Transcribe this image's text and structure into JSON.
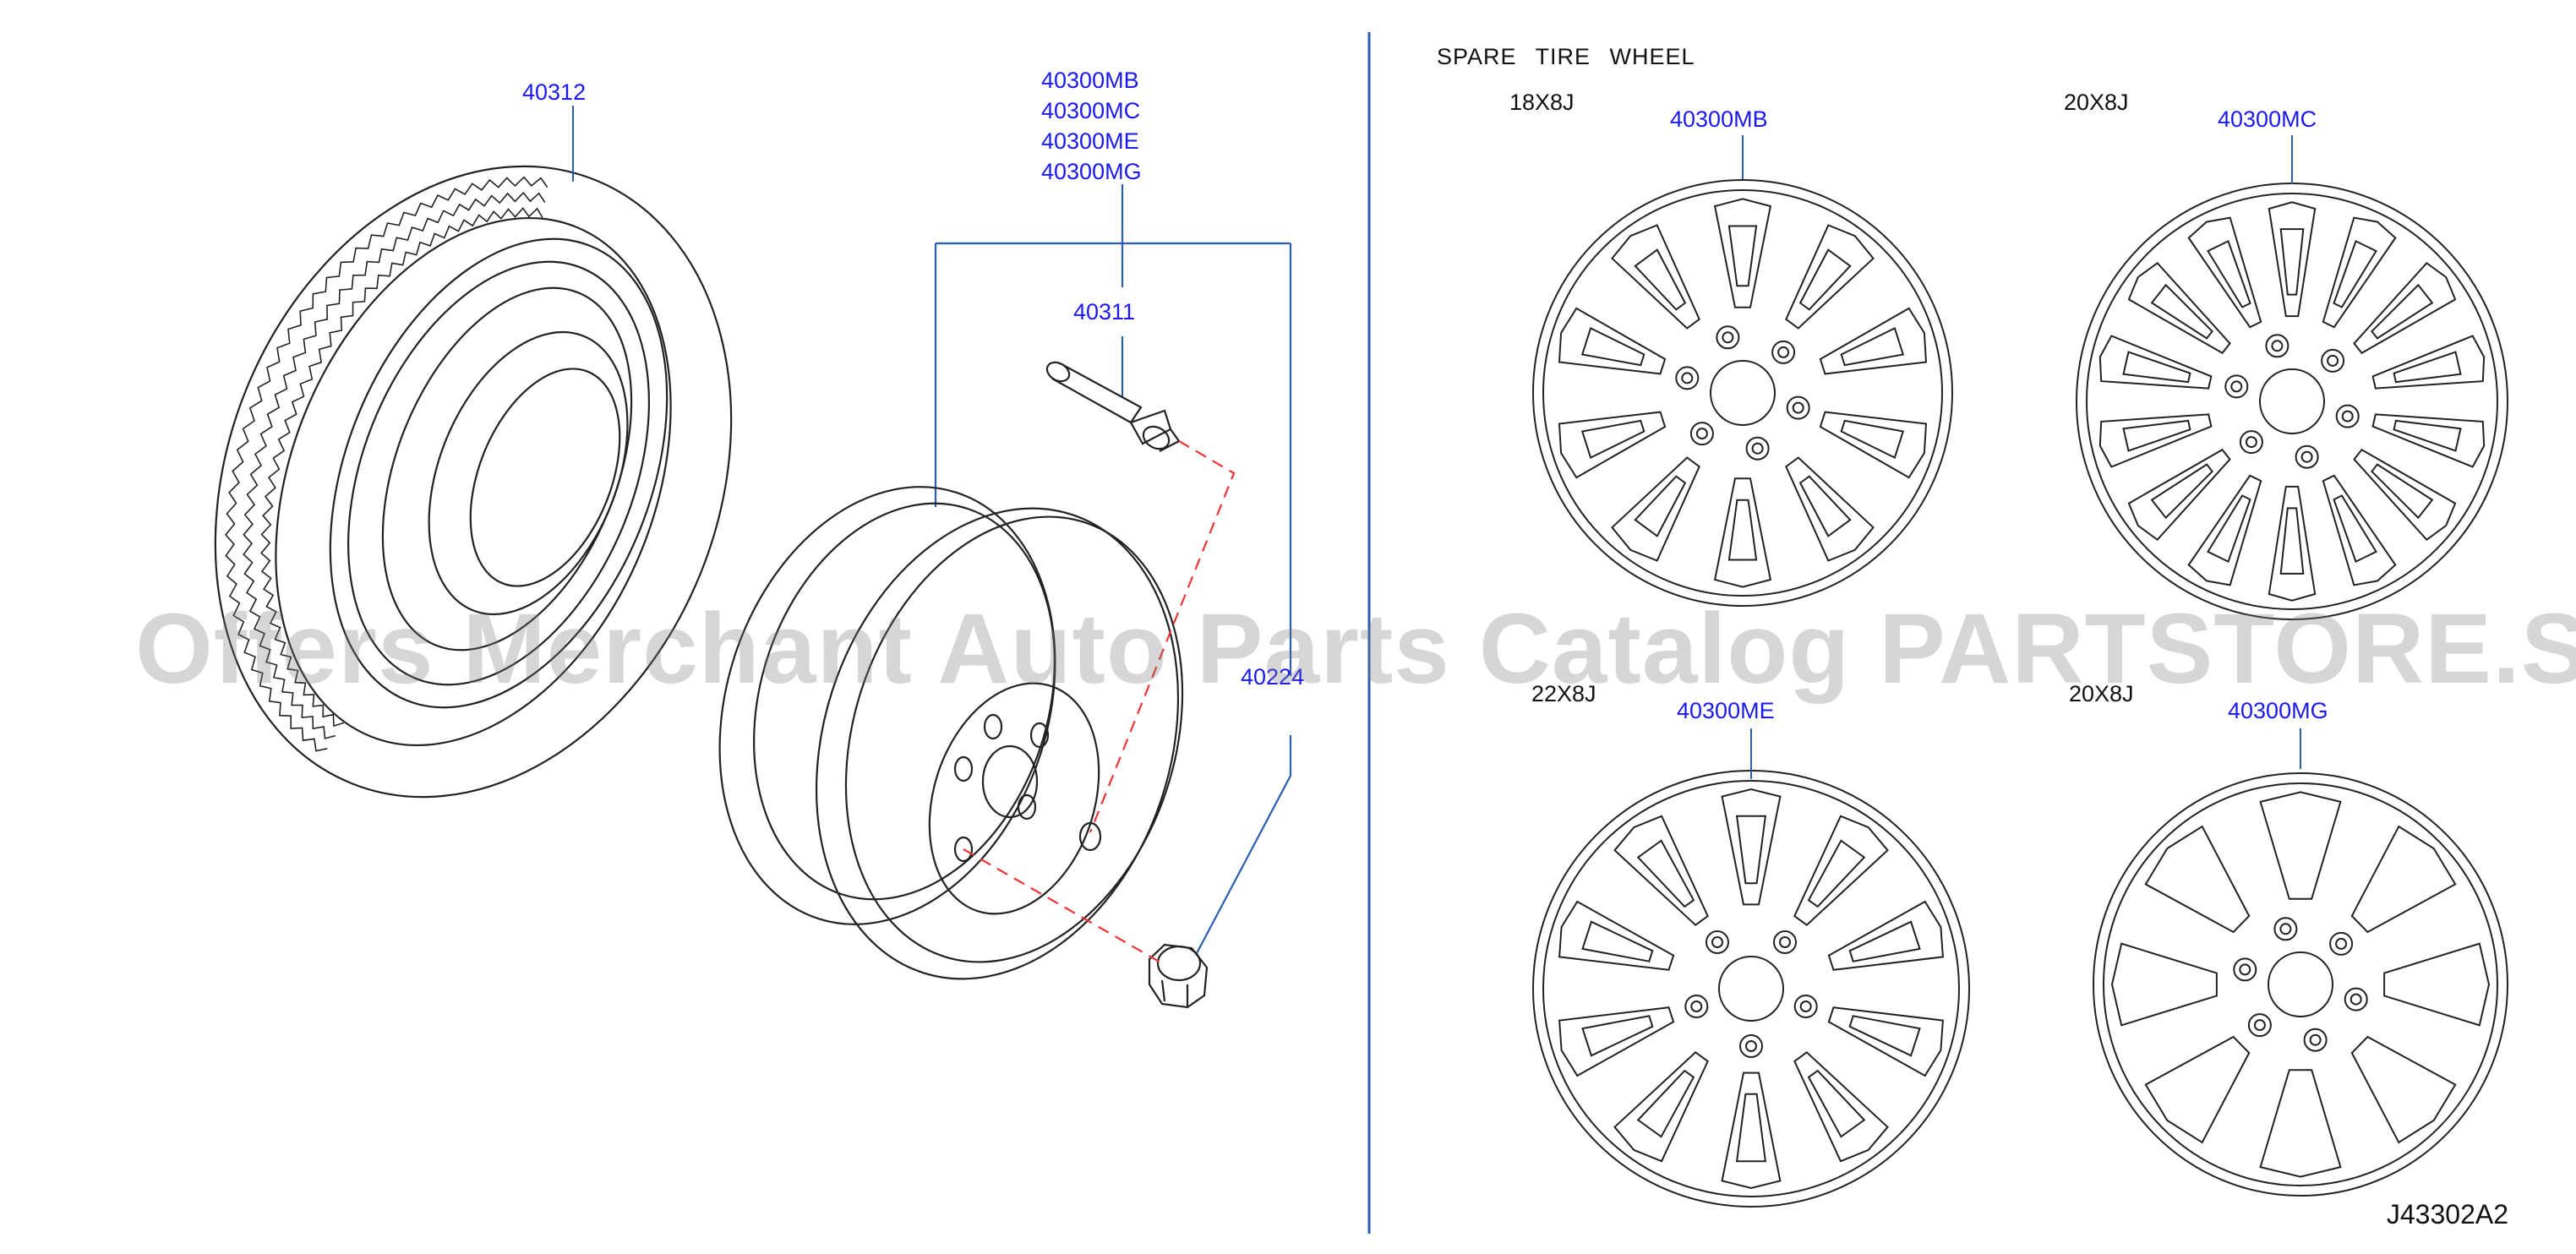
{
  "colors": {
    "callout": "#1a1aee",
    "leader": "#2a5db0",
    "dashed": "#ee3333",
    "line": "#222222",
    "divider": "#2a5db0"
  },
  "callouts": {
    "tire": "40312",
    "wheel_list": [
      "40300MB",
      "40300MC",
      "40300ME",
      "40300MG"
    ],
    "valve": "40311",
    "nut": "40224"
  },
  "spare": {
    "header": "SPARE TIRE WHEEL",
    "wheels": [
      {
        "size": "18X8J",
        "part": "40300MB"
      },
      {
        "size": "20X8J",
        "part": "40300MC"
      },
      {
        "size": "22X8J",
        "part": "40300ME"
      },
      {
        "size": "20X8J",
        "part": "40300MG"
      }
    ]
  },
  "watermark": "Offers Merchant Auto Parts Catalog PARTSTORE.SA",
  "diagram_code": "J43302A2"
}
